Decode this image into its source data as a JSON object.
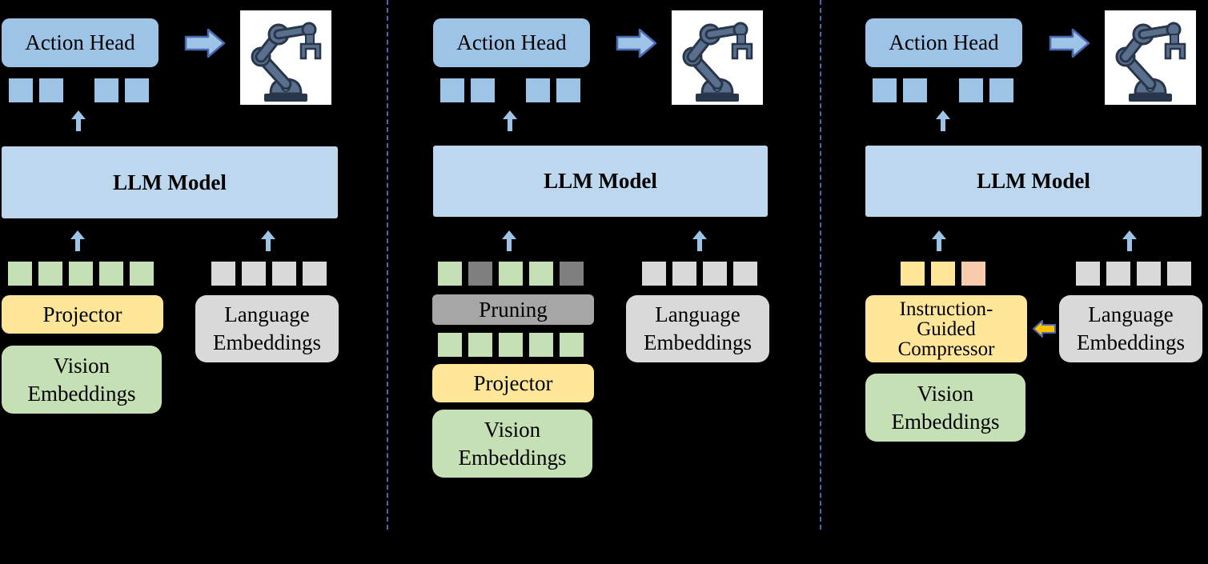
{
  "colors": {
    "action_head": "#9dc3e6",
    "llm_model": "#bdd7ee",
    "projector": "#ffe699",
    "vision_embeddings": "#c5e0b4",
    "language_embeddings": "#d9d9d9",
    "pruning": "#a6a6a6",
    "pruned_token": "#7f7f7f",
    "compressed_token_alt": "#f8cbad",
    "arrow": "#9dc3e6",
    "left_arrow": "#ffc000",
    "divider": "#4a68b0"
  },
  "panels": [
    {
      "action_head": "Action Head",
      "llm_model": "LLM Model",
      "projector": "Projector",
      "vision_line1": "Vision",
      "vision_line2": "Embeddings",
      "lang_line1": "Language",
      "lang_line2": "Embeddings",
      "robot_icon": "robot-arm-icon"
    },
    {
      "action_head": "Action Head",
      "llm_model": "LLM Model",
      "pruning": "Pruning",
      "projector": "Projector",
      "vision_line1": "Vision",
      "vision_line2": "Embeddings",
      "lang_line1": "Language",
      "lang_line2": "Embeddings",
      "robot_icon": "robot-arm-icon"
    },
    {
      "action_head": "Action Head",
      "llm_model": "LLM Model",
      "compressor_line1": "Instruction-",
      "compressor_line2": "Guided",
      "compressor_line3": "Compressor",
      "vision_line1": "Vision",
      "vision_line2": "Embeddings",
      "lang_line1": "Language",
      "lang_line2": "Embeddings",
      "robot_icon": "robot-arm-icon"
    }
  ]
}
